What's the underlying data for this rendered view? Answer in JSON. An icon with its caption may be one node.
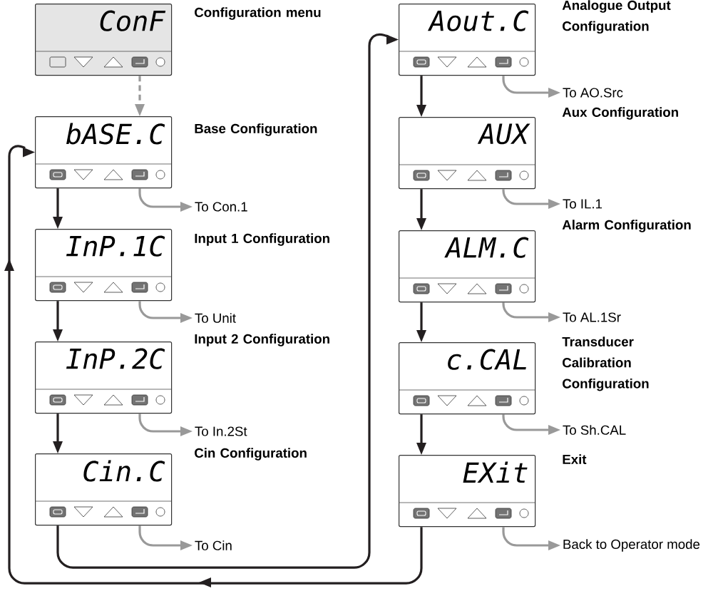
{
  "diagram": {
    "nodes": [
      {
        "text": [
          "ConF"
        ]
      },
      {
        "text": [
          "bASE.C"
        ]
      },
      {
        "text": [
          "InP.1C"
        ]
      },
      {
        "text": [
          "InP.2C"
        ]
      },
      {
        "text": [
          "Cin.C"
        ]
      },
      {
        "text": [
          "Aout.C"
        ]
      },
      {
        "text": [
          "AUX"
        ]
      },
      {
        "text": [
          "ALM.C"
        ]
      },
      {
        "text": [
          "c.CAL"
        ]
      },
      {
        "text": [
          "EXit"
        ]
      },
      {
        "text": [
          "To Con.1"
        ]
      },
      {
        "text": [
          "To Unit"
        ]
      },
      {
        "text": [
          "To In.2St"
        ]
      },
      {
        "text": [
          "To Cin"
        ]
      },
      {
        "text": [
          "To AO.Src"
        ]
      },
      {
        "text": [
          "To IL.1"
        ]
      },
      {
        "text": [
          "To AL.1Sr"
        ]
      },
      {
        "text": [
          "To Sh.CAL"
        ]
      },
      {
        "text": [
          "Back to Operator mode"
        ]
      }
    ],
    "edges": [
      {
        "from": 0,
        "to": 1,
        "arrow": "to",
        "style": "dashed"
      },
      {
        "from": 1,
        "to": 2,
        "arrow": "to",
        "color": "#231f20"
      },
      {
        "from": 2,
        "to": 3,
        "arrow": "to",
        "color": "#231f20"
      },
      {
        "from": 3,
        "to": 4,
        "arrow": "to",
        "color": "#231f20"
      },
      {
        "from": 4,
        "to": 5,
        "arrow": "to",
        "color": "#231f20"
      },
      {
        "from": 5,
        "to": 6,
        "arrow": "to",
        "color": "#231f20"
      },
      {
        "from": 6,
        "to": 7,
        "arrow": "to",
        "color": "#231f20"
      },
      {
        "from": 7,
        "to": 8,
        "arrow": "to",
        "color": "#231f20"
      },
      {
        "from": 8,
        "to": 9,
        "arrow": "to",
        "color": "#231f20"
      },
      {
        "from": 9,
        "to": 1,
        "arrow": "to",
        "color": "#231f20"
      },
      {
        "from": 1,
        "to": 10,
        "arrow": "to"
      },
      {
        "from": 2,
        "to": 11,
        "arrow": "to"
      },
      {
        "from": 3,
        "to": 12,
        "arrow": "to"
      },
      {
        "from": 4,
        "to": 13,
        "arrow": "to"
      },
      {
        "from": 5,
        "to": 14,
        "arrow": "to"
      },
      {
        "from": 6,
        "to": 15,
        "arrow": "to"
      },
      {
        "from": 7,
        "to": 16,
        "arrow": "to"
      },
      {
        "from": 8,
        "to": 17,
        "arrow": "to"
      },
      {
        "from": 9,
        "to": 18,
        "arrow": "to"
      }
    ],
    "labels": [
      "Configuration menu",
      "Analogue Output Configuration",
      "Base Configuration",
      "Aux Configuration",
      "Input 1 Configuration",
      "Alarm Configuration",
      "Input 2 Configuration",
      "Transducer Calibration Configuration",
      "Cin Configuration",
      "Exit"
    ]
  }
}
